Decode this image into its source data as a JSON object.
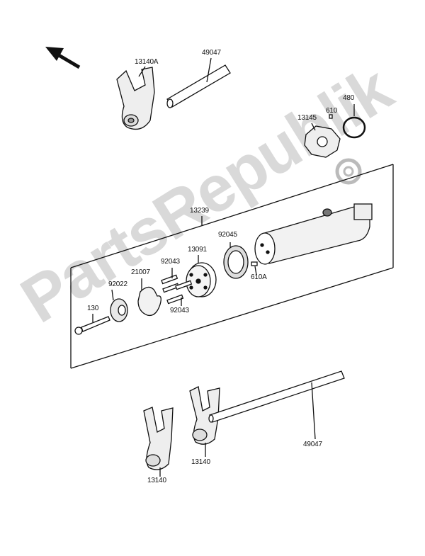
{
  "diagram": {
    "watermark": "PartsRepublik",
    "orientation_arrow": "front-arrow-icon",
    "labels": {
      "fork_top": "13140A",
      "shaft_top": "49047",
      "circlip": "480",
      "pin_610": "610",
      "plate_13145": "13145",
      "drum_assembly": "13239",
      "bearing": "92045",
      "holder": "13091",
      "pin_upper": "92043",
      "plate_21007": "21007",
      "washer": "92022",
      "bolt": "130",
      "pin_lower": "92043",
      "pin_610a": "610A",
      "shaft_bottom": "49047",
      "fork_bottom_right": "13140",
      "fork_bottom_left": "13140"
    }
  }
}
